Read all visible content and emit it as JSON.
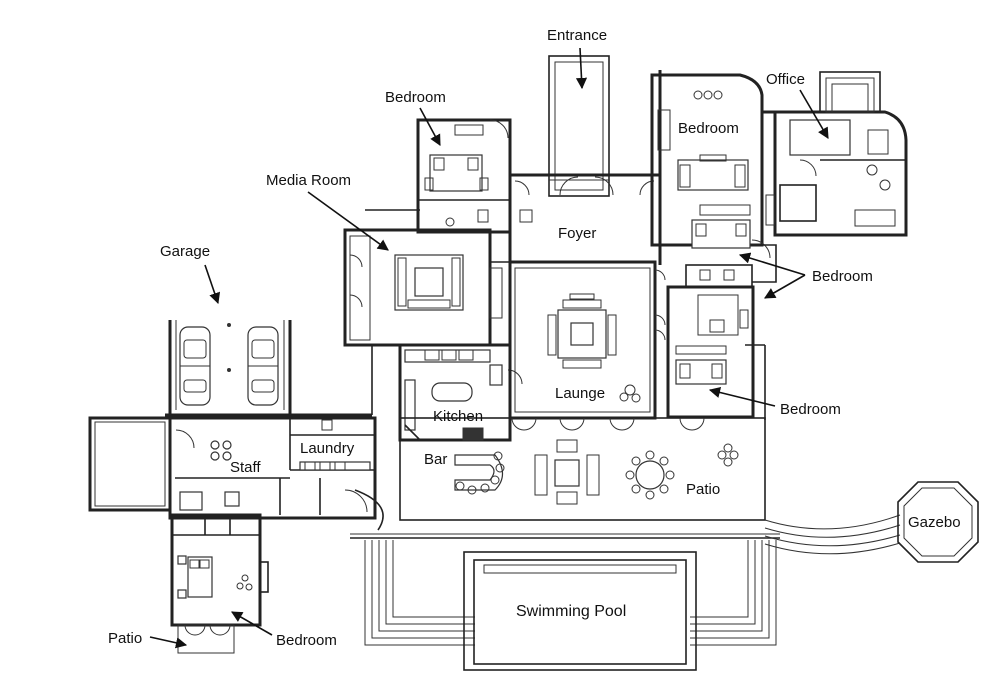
{
  "labels": {
    "entrance": "Entrance",
    "office": "Office",
    "bedroom_top": "Bedroom",
    "bedroom_upper_right": "Bedroom",
    "media_room": "Media Room",
    "foyer": "Foyer",
    "bedroom_right_mid": "Bedroom",
    "garage": "Garage",
    "laundry": "Laundry",
    "staff": "Staff",
    "kitchen": "Kitchen",
    "laundry_lounge": "Launge",
    "bedroom_right_low": "Bedroom",
    "bar": "Bar",
    "patio_main": "Patio",
    "gazebo": "Gazebo",
    "swimming_pool": "Swimming Pool",
    "patio_small": "Patio",
    "bedroom_bottom_left": "Bedroom"
  }
}
